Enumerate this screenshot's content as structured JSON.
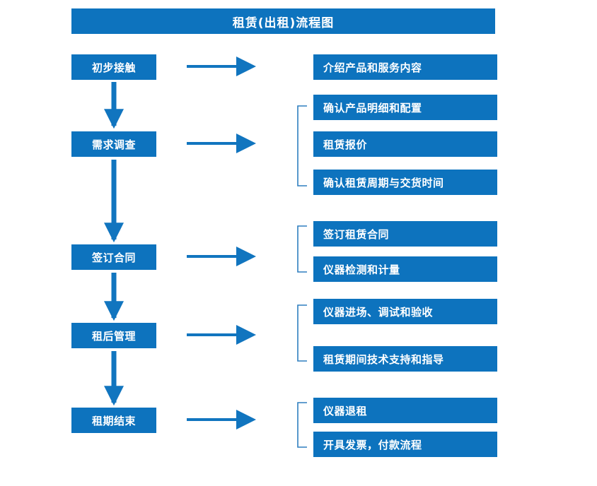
{
  "chart_data": {
    "type": "diagram",
    "diagram_type": "flowchart",
    "title": "租赁(出租)流程图",
    "orientation": "vertical-with-branches",
    "accent_color": "#0D73BE",
    "text_color": "#FFFFFF",
    "background_color": "#FFFFFF",
    "stages": [
      {
        "label": "初步接触",
        "details": [
          "介绍产品和服务内容"
        ],
        "bracketed": false
      },
      {
        "label": "需求调查",
        "details": [
          "确认产品明细和配置",
          "租赁报价",
          "确认租赁周期与交货时间"
        ],
        "bracketed": true
      },
      {
        "label": "签订合同",
        "details": [
          "签订租赁合同",
          "仪器检测和计量"
        ],
        "bracketed": true
      },
      {
        "label": "租后管理",
        "details": [
          "仪器进场、调试和验收",
          "租赁期间技术支持和指导"
        ],
        "bracketed": true
      },
      {
        "label": "租期结束",
        "details": [
          "仪器退租",
          "开具发票，付款流程"
        ],
        "bracketed": true
      }
    ]
  },
  "header": {
    "title": "租赁(出租)流程图"
  },
  "stages": [
    {
      "label": "初步接触"
    },
    {
      "label": "需求调查"
    },
    {
      "label": "签订合同"
    },
    {
      "label": "租后管理"
    },
    {
      "label": "租期结束"
    }
  ],
  "details": [
    {
      "label": "介绍产品和服务内容"
    },
    {
      "label": "确认产品明细和配置"
    },
    {
      "label": "租赁报价"
    },
    {
      "label": "确认租赁周期与交货时间"
    },
    {
      "label": "签订租赁合同"
    },
    {
      "label": "仪器检测和计量"
    },
    {
      "label": "仪器进场、调试和验收"
    },
    {
      "label": "租赁期间技术支持和指导"
    },
    {
      "label": "仪器退租"
    },
    {
      "label": "开具发票，付款流程"
    }
  ],
  "colors": {
    "accent": "#0D73BE",
    "arrow": "#1175BF",
    "bracket": "#2E7EBF",
    "text_on_accent": "#FFFFFF",
    "page_background": "#FFFFFF"
  }
}
